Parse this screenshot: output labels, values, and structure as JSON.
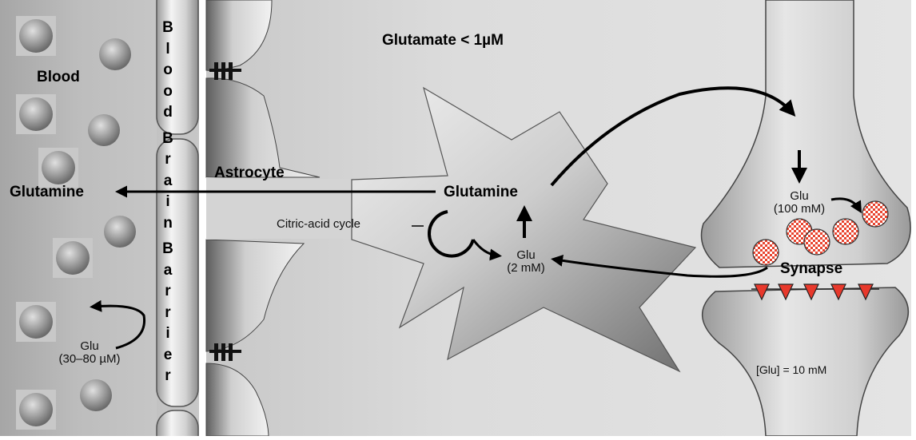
{
  "labels": {
    "blood": "Blood",
    "barrier_letters": [
      "B",
      "l",
      "o",
      "o",
      "d",
      "B",
      "r",
      "a",
      "i",
      "n",
      "B",
      "a",
      "r",
      "r",
      "i",
      "e",
      "r"
    ],
    "glutamate_level": "Glutamate < 1µM",
    "astrocyte": "Astrocyte",
    "glutamine_left": "Glutamine",
    "glutamine_center": "Glutamine",
    "citric_cycle": "Citric-acid cycle",
    "glu_astro_line1": "Glu",
    "glu_astro_line2": "(2 mM)",
    "glu_blood_line1": "Glu",
    "glu_blood_line2": "(30–80 µM)",
    "glu_terminal_line1": "Glu",
    "glu_terminal_line2": "(100 mM)",
    "synapse": "Synapse",
    "glu_post": "[Glu] = 10 mM"
  },
  "colors": {
    "vesicle": "#e8432e",
    "receptor": "#e8392c",
    "arrow": "#000000"
  },
  "icons": {
    "blood_cell": "sphere",
    "tight_junction": "triple-bar",
    "vesicle": "checkered-circle",
    "receptor": "downward-triangle"
  }
}
